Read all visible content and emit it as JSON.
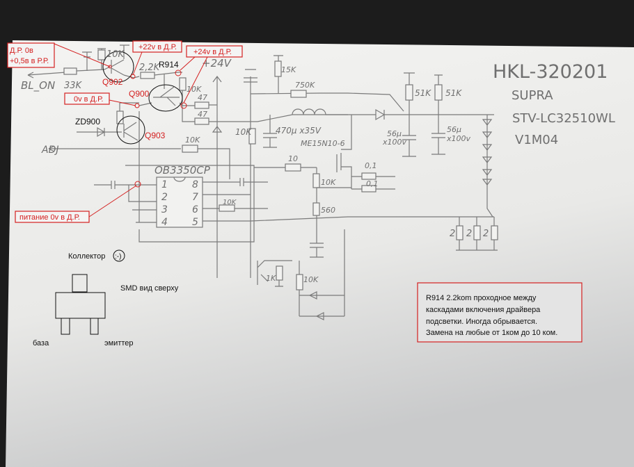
{
  "title_block": {
    "model": "HKL-320201",
    "brand": "SUPRA",
    "tv_model": "STV-LC32510WL",
    "version": "V1M04"
  },
  "annotations": {
    "q902_voltage_line1": "Д.Р. 0в",
    "q902_voltage_line2": "+0,5в в Р.Р.",
    "plus22": "+22v в Д.Р.",
    "plus24": "+24v в Д.Р.",
    "zero_v": "0v в Д.Р.",
    "power_pin": "питание 0v в Д.Р.",
    "q902": "Q902",
    "q900": "Q900",
    "q903": "Q903",
    "r914": "R914",
    "zd900": "ZD900"
  },
  "pencil_labels": {
    "bl_on": "BL_ON",
    "r33k": "33K",
    "r10k_a": "10K",
    "r2_2k": "2,2K",
    "r10k_b": "10K",
    "r47_a": "47",
    "r47_b": "47",
    "plus24v": "+24V",
    "adj": "ADJ",
    "r10k_c": "10K",
    "ic": "OB3350CP",
    "pins": [
      "1",
      "2",
      "3",
      "4",
      "5",
      "6",
      "7",
      "8"
    ],
    "r15k": "15K",
    "r750k": "750K",
    "r51k_a": "51K",
    "r51k_b": "51K",
    "c470": "470μ x35V",
    "r10k_d": "10K",
    "mosfet": "ME15N10-6",
    "c56a_1": "56μ",
    "c56a_2": "x100v",
    "c56b_1": "56μ",
    "c56b_2": "x100v",
    "r10": "10",
    "r01_a": "0,1",
    "r01_b": "0,1",
    "r10k_e": "10K",
    "r560": "560",
    "r10k_f": "10K",
    "r1k": "1K",
    "r10k_g": "10K",
    "r2_a": "2",
    "r2_b": "2",
    "r2_c": "2"
  },
  "smd": {
    "collector": "Коллектор",
    "smiley": ":-)",
    "view": "SMD вид сверху",
    "base": "база",
    "emitter": "эмиттер"
  },
  "note": {
    "lines": [
      "R914 2.2kom проходное между",
      "каскадами включения драйвера",
      "подсветки. Иногда обрывается.",
      "Замена на любые от 1ком до 10 ком."
    ]
  }
}
